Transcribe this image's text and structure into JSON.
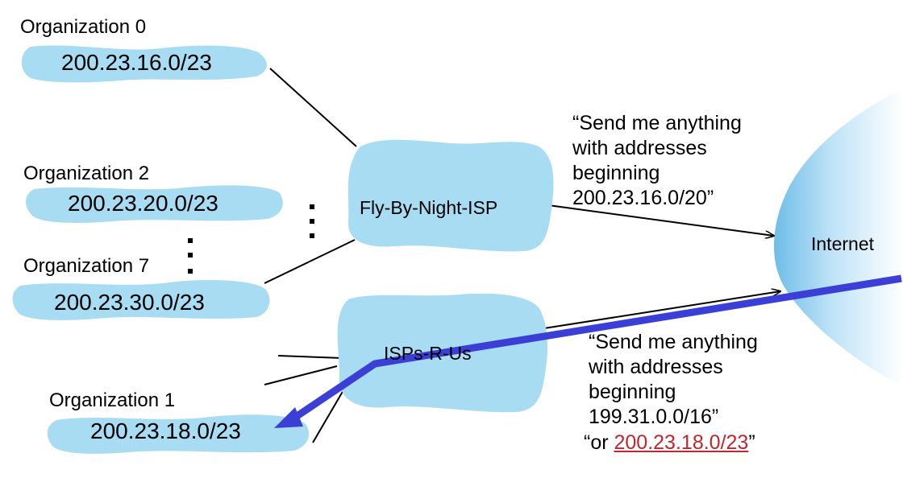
{
  "organizations": [
    {
      "title": "Organization 0",
      "prefix": "200.23.16.0/23"
    },
    {
      "title": "Organization 2",
      "prefix": "200.23.20.0/23"
    },
    {
      "title": "Organization 7",
      "prefix": "200.23.30.0/23"
    },
    {
      "title": "Organization 1",
      "prefix": "200.23.18.0/23"
    }
  ],
  "isps": {
    "fly_by_night": "Fly-By-Night-ISP",
    "isps_r_us": "ISPs-R-Us"
  },
  "internet": "Internet",
  "announcements": {
    "fly_by_night": "“Send me anything\nwith addresses\nbeginning\n200.23.16.0/20”",
    "isps_r_us": "“Send me anything\nwith addresses\nbeginning\n199.31.0.0/16”",
    "isps_r_us_or_prefix": "“or ",
    "isps_r_us_red": "200.23.18.0/23",
    "isps_r_us_close": "”"
  },
  "colors": {
    "cloud": "#a8dcf3",
    "internet_cloud": "#6fbde8",
    "route_arrow": "#3b3fd6",
    "highlight": "#c0262d"
  }
}
